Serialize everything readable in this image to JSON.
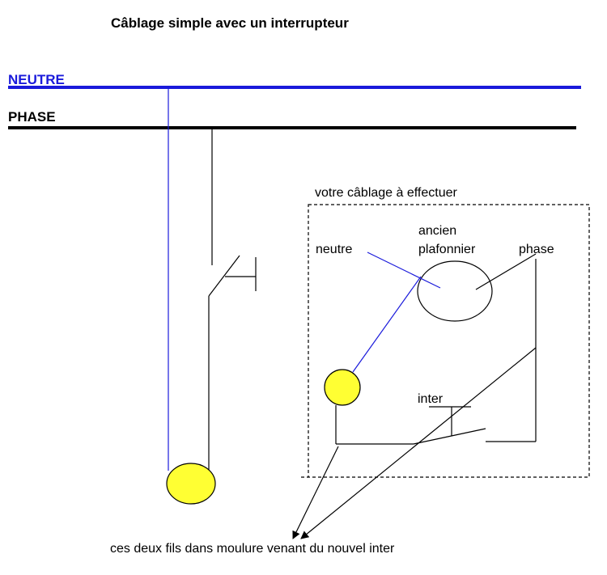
{
  "title": "Câblage simple avec un interrupteur",
  "rails": {
    "neutral_label": "NEUTRE",
    "phase_label": "PHASE"
  },
  "box": {
    "caption": "votre câblage à effectuer",
    "label_neutre": "neutre",
    "fixture_label_line1": "ancien",
    "fixture_label_line2": "plafonnier",
    "label_phase": "phase",
    "label_inter": "inter"
  },
  "footer_note": "ces deux fils dans moulure venant du nouvel inter",
  "colors": {
    "neutral": "#1a1adb",
    "phase": "#000000",
    "lamp": "#ffff33",
    "text": "#000000"
  }
}
